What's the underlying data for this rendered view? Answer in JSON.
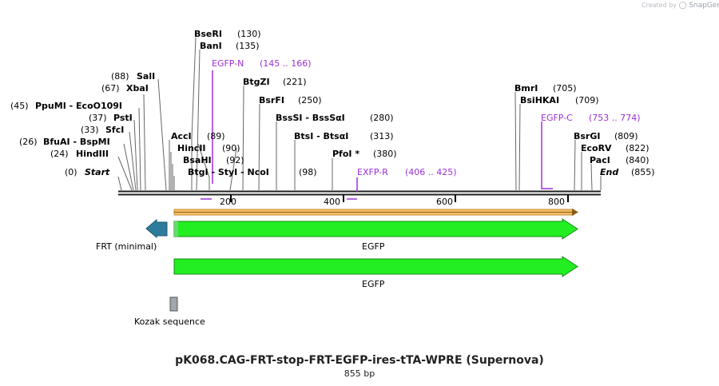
{
  "brand": {
    "created_by": "Created by",
    "product": "SnapGene"
  },
  "title": "pK068.CAG-FRT-stop-FRT-EGFP-ires-tTA-WPRE (Supernova)",
  "subtitle": "855 bp",
  "sequence": {
    "length": 855
  },
  "ticks": [
    {
      "pos": 200,
      "label": "200"
    },
    {
      "pos": 400,
      "label": "400"
    },
    {
      "pos": 600,
      "label": "600"
    },
    {
      "pos": 800,
      "label": "800"
    }
  ],
  "ends": [
    {
      "name": "Start",
      "pos_label": "(0)"
    },
    {
      "name": "End",
      "pos_label": "(855)"
    }
  ],
  "sites": [
    {
      "name": "HindIII",
      "pos_label": "(24)",
      "italic": false
    },
    {
      "name": "BfuAI  -  BspMI",
      "pos_label": "(26)",
      "italic": false
    },
    {
      "name": "SfcI",
      "pos_label": "(33)",
      "italic": false
    },
    {
      "name": "PstI",
      "pos_label": "(37)",
      "italic": false
    },
    {
      "name": "PpuMI  -  EcoO109I",
      "pos_label": "(45)",
      "italic": false
    },
    {
      "name": "XbaI",
      "pos_label": "(67)",
      "italic": false
    },
    {
      "name": "SalI",
      "pos_label": "(88)",
      "italic": false
    },
    {
      "name": "AccI",
      "pos_label": "(89)",
      "italic": false
    },
    {
      "name": "HincII",
      "pos_label": "(90)",
      "italic": false
    },
    {
      "name": "BsaHI",
      "pos_label": "(92)",
      "italic": false
    },
    {
      "name": "BtgI  -  StyI  -  NcoI",
      "pos_label": "(98)",
      "italic": false
    },
    {
      "name": "BseRI",
      "pos_label": "(130)",
      "italic": false
    },
    {
      "name": "BanI",
      "pos_label": "(135)",
      "italic": false
    },
    {
      "name": "BtgZI",
      "pos_label": "(221)",
      "italic": false
    },
    {
      "name": "BsrFI",
      "pos_label": "(250)",
      "italic": false
    },
    {
      "name": "BssSI  -  BssSαI",
      "pos_label": "(280)",
      "italic": false
    },
    {
      "name": "BtsI  -  BtsαI",
      "pos_label": "(313)",
      "italic": false
    },
    {
      "name": "PfoI *",
      "pos_label": "(380)",
      "italic": false
    },
    {
      "name": "BmrI",
      "pos_label": "(705)",
      "italic": false
    },
    {
      "name": "BsiHKAI",
      "pos_label": "(709)",
      "italic": false
    },
    {
      "name": "BsrGI",
      "pos_label": "(809)",
      "italic": false
    },
    {
      "name": "EcoRV",
      "pos_label": "(822)",
      "italic": false
    },
    {
      "name": "PacI",
      "pos_label": "(840)",
      "italic": false
    }
  ],
  "primers": [
    {
      "name": "EGFP-N",
      "range": "(145 .. 166)",
      "start": 145,
      "end": 166
    },
    {
      "name": "EXFP-R",
      "range": "(406 .. 425)",
      "start": 406,
      "end": 425
    },
    {
      "name": "EGFP-C",
      "range": "(753 .. 774)",
      "start": 753,
      "end": 774
    }
  ],
  "features": {
    "orf": {
      "start": 100,
      "end": 820,
      "color": "#f5b041"
    },
    "frt": {
      "name": "FRT (minimal)",
      "color": "#2e7c9b",
      "direction": "reverse"
    },
    "egfp1": {
      "name": "EGFP",
      "start": 100,
      "end": 820,
      "color": "#22ee22"
    },
    "egfp2": {
      "name": "EGFP",
      "start": 100,
      "end": 820,
      "color": "#22ee22"
    },
    "kozak": {
      "name": "Kozak sequence",
      "color": "#a0a6ad"
    }
  }
}
